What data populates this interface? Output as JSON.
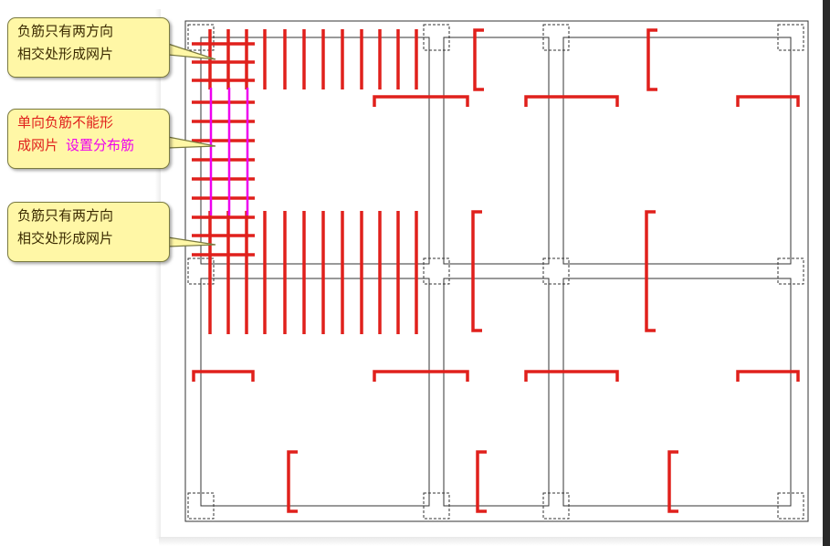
{
  "callouts": {
    "top": {
      "line1": "负筋只有两方向",
      "line2": "相交处形成网片"
    },
    "middle": {
      "line1": "单向负筋不能形",
      "line2": "成网片",
      "note": "设置分布筋"
    },
    "bottom": {
      "line1": "负筋只有两方向",
      "line2": "相交处形成网片"
    }
  },
  "colors": {
    "rebar": "#e0201c",
    "distribution_bar": "#ee00ee",
    "wall_lines": "#333333",
    "callout_fill": "#fff7a6"
  }
}
